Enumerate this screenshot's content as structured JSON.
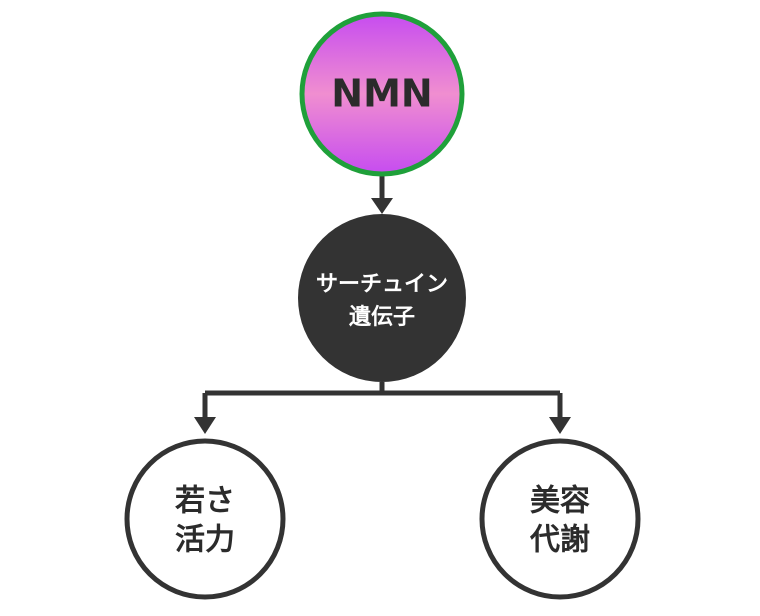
{
  "nodes": {
    "nmn": {
      "lines": [
        "NMN"
      ],
      "fill_top": "#c64cf0",
      "fill_mid": "#f08ed0",
      "border": "#1fa03a"
    },
    "sirtuin": {
      "lines": [
        "サーチュイン",
        "遺伝子"
      ],
      "fill": "#333333"
    },
    "youth": {
      "lines": [
        "若さ",
        "活力"
      ],
      "fill": "#ffffff",
      "border": "#333333"
    },
    "beauty": {
      "lines": [
        "美容",
        "代謝"
      ],
      "fill": "#ffffff",
      "border": "#333333"
    }
  },
  "edges": [
    {
      "from": "nmn",
      "to": "sirtuin"
    },
    {
      "from": "sirtuin",
      "to": "youth"
    },
    {
      "from": "sirtuin",
      "to": "beauty"
    }
  ]
}
